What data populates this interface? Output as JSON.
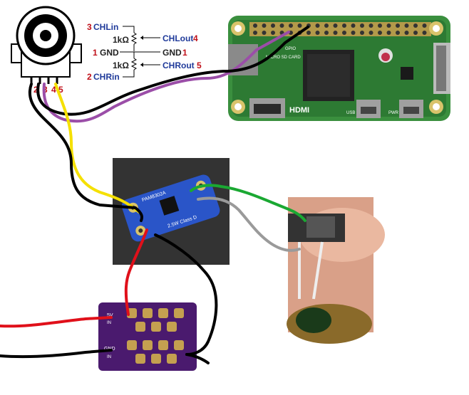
{
  "schematic": {
    "left_labels": [
      {
        "num": "3",
        "name": "CHLin"
      },
      {
        "num": "1",
        "name": "GND"
      },
      {
        "num": "2",
        "name": "CHRin"
      }
    ],
    "resistor_labels": [
      "1kΩ",
      "1kΩ"
    ],
    "right_labels": [
      {
        "name": "CHLout",
        "num": "4"
      },
      {
        "name": "GND",
        "num": "1"
      },
      {
        "name": "CHRout",
        "num": "5"
      }
    ]
  },
  "potentiometer": {
    "pin_numbers": [
      "2",
      "3",
      "4",
      "5"
    ]
  },
  "raspberry_pi": {
    "board_text_gpio": "GPIO",
    "board_text_sd": "MICRO SD CARD",
    "board_text_hdmi": "HDMI",
    "board_text_usb": "USB",
    "board_text_pwr": "PWR"
  },
  "amplifier": {
    "chip_label": "PAM8302A",
    "board_text": "2.5W Class D"
  },
  "power_board": {
    "row1_label": "5V",
    "row1_sub": "IN",
    "row2_label": "GND",
    "row2_sub": "IN"
  },
  "colors": {
    "wire_black": "#000000",
    "wire_red": "#e0101a",
    "wire_yellow": "#f5e000",
    "wire_purple": "#9b4ea8",
    "wire_green": "#1aa832",
    "wire_gray": "#9a9a9a",
    "pi_green": "#2e8b3a",
    "amp_blue": "#2a55c8",
    "power_purple": "#4a1a6e"
  }
}
